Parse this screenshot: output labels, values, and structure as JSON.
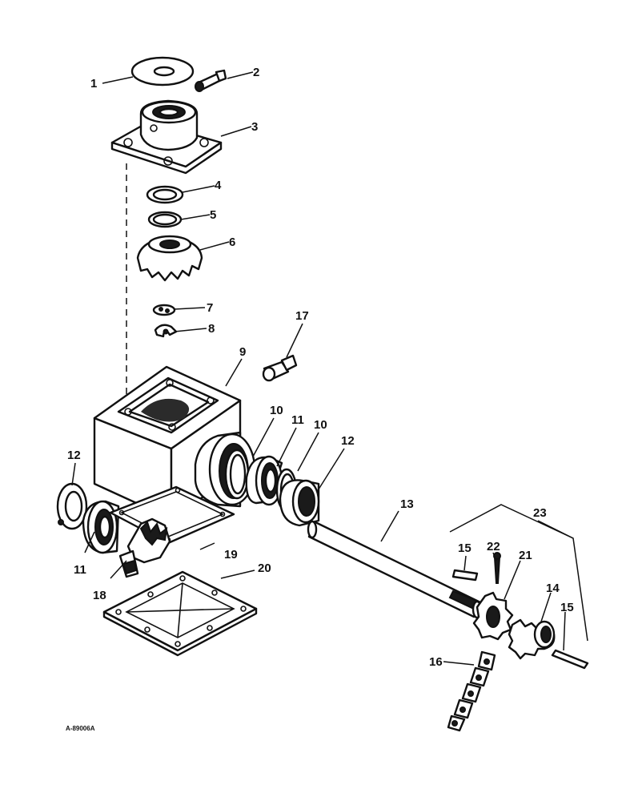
{
  "callouts": [
    {
      "id": "c1",
      "text": "1"
    },
    {
      "id": "c2",
      "text": "2"
    },
    {
      "id": "c3",
      "text": "3"
    },
    {
      "id": "c4",
      "text": "4"
    },
    {
      "id": "c5",
      "text": "5"
    },
    {
      "id": "c6",
      "text": "6"
    },
    {
      "id": "c7",
      "text": "7"
    },
    {
      "id": "c8",
      "text": "8"
    },
    {
      "id": "c9",
      "text": "9"
    },
    {
      "id": "c10a",
      "text": "10"
    },
    {
      "id": "c10b",
      "text": "10"
    },
    {
      "id": "c11a",
      "text": "11"
    },
    {
      "id": "c11b",
      "text": "11"
    },
    {
      "id": "c12a",
      "text": "12"
    },
    {
      "id": "c12b",
      "text": "12"
    },
    {
      "id": "c13",
      "text": "13"
    },
    {
      "id": "c14",
      "text": "14"
    },
    {
      "id": "c15a",
      "text": "15"
    },
    {
      "id": "c15b",
      "text": "15"
    },
    {
      "id": "c16",
      "text": "16"
    },
    {
      "id": "c17",
      "text": "17"
    },
    {
      "id": "c18",
      "text": "18"
    },
    {
      "id": "c19",
      "text": "19"
    },
    {
      "id": "c20",
      "text": "20"
    },
    {
      "id": "c21",
      "text": "21"
    },
    {
      "id": "c22",
      "text": "22"
    },
    {
      "id": "c23",
      "text": "23"
    }
  ],
  "drawing_ref": "A-89006A"
}
